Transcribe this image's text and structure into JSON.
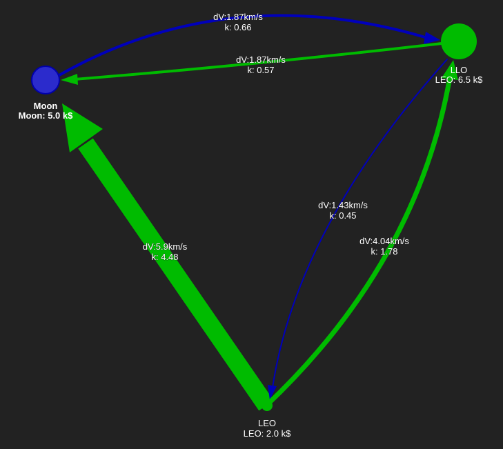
{
  "colors": {
    "background": "#222222",
    "green": "#00bb00",
    "blue": "#0000bb",
    "moon_fill": "#2b2bcc",
    "moon_stroke": "#0000aa",
    "label_text": "#ffffff"
  },
  "nodes": {
    "moon": {
      "name": "Moon",
      "detail": "Moon: 5.0 k$"
    },
    "llo": {
      "name": "LLO",
      "detail": "LEO: 6.5 k$"
    },
    "leo": {
      "name": "LEO",
      "detail": "LEO: 2.0 k$"
    }
  },
  "edges": {
    "moon_to_llo": {
      "dv": "dV:1.87km/s",
      "k": "k: 0.66",
      "k_value": 0.66,
      "color": "blue"
    },
    "llo_to_moon": {
      "dv": "dV:1.87km/s",
      "k": "k: 0.57",
      "k_value": 0.57,
      "color": "green"
    },
    "leo_to_moon": {
      "dv": "dV:5.9km/s",
      "k": "k: 4.48",
      "k_value": 4.48,
      "color": "green"
    },
    "llo_to_leo": {
      "dv": "dV:1.43km/s",
      "k": "k: 0.45",
      "k_value": 0.45,
      "color": "blue"
    },
    "leo_to_llo": {
      "dv": "dV:4.04km/s",
      "k": "k: 1.78",
      "k_value": 1.78,
      "color": "green"
    }
  }
}
